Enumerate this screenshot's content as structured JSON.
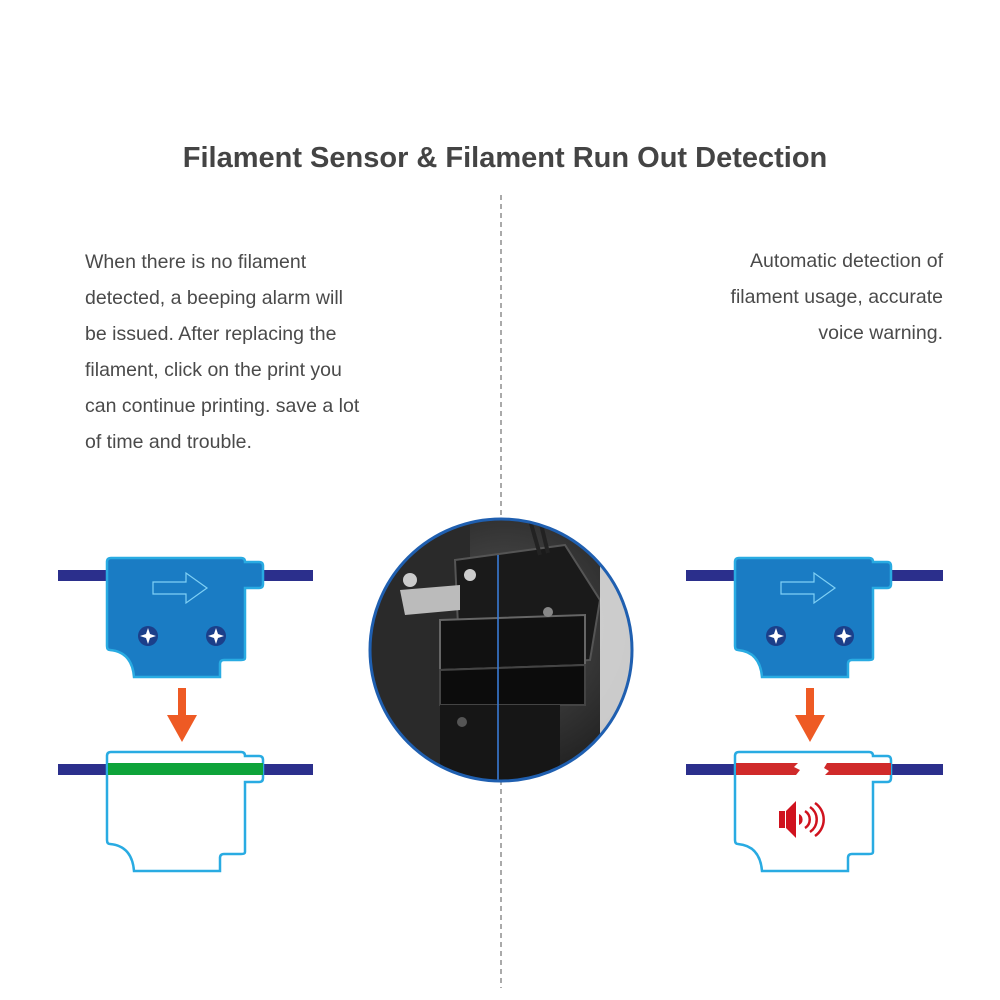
{
  "title": "Filament Sensor & Filament Run Out Detection",
  "left_text": [
    "When there is no filament",
    "detected, a beeping alarm will",
    "be issued. After replacing the",
    "filament, click on the print you",
    "can continue printing. save a lot",
    "of time and trouble."
  ],
  "right_text": [
    "Automatic detection of",
    "filament usage, accurate",
    "voice warning."
  ],
  "colors": {
    "sensor_fill": "#1a7cc4",
    "sensor_outline": "#29abe2",
    "filament_line": "#2b2f8c",
    "filament_ok": "#0ea33a",
    "filament_broken": "#d02a2a",
    "arrow": "#ee5a24",
    "speaker": "#d0121e"
  },
  "icons": [
    "direction-arrow-icon",
    "screw-icon",
    "down-arrow-icon",
    "speaker-alarm-icon"
  ]
}
